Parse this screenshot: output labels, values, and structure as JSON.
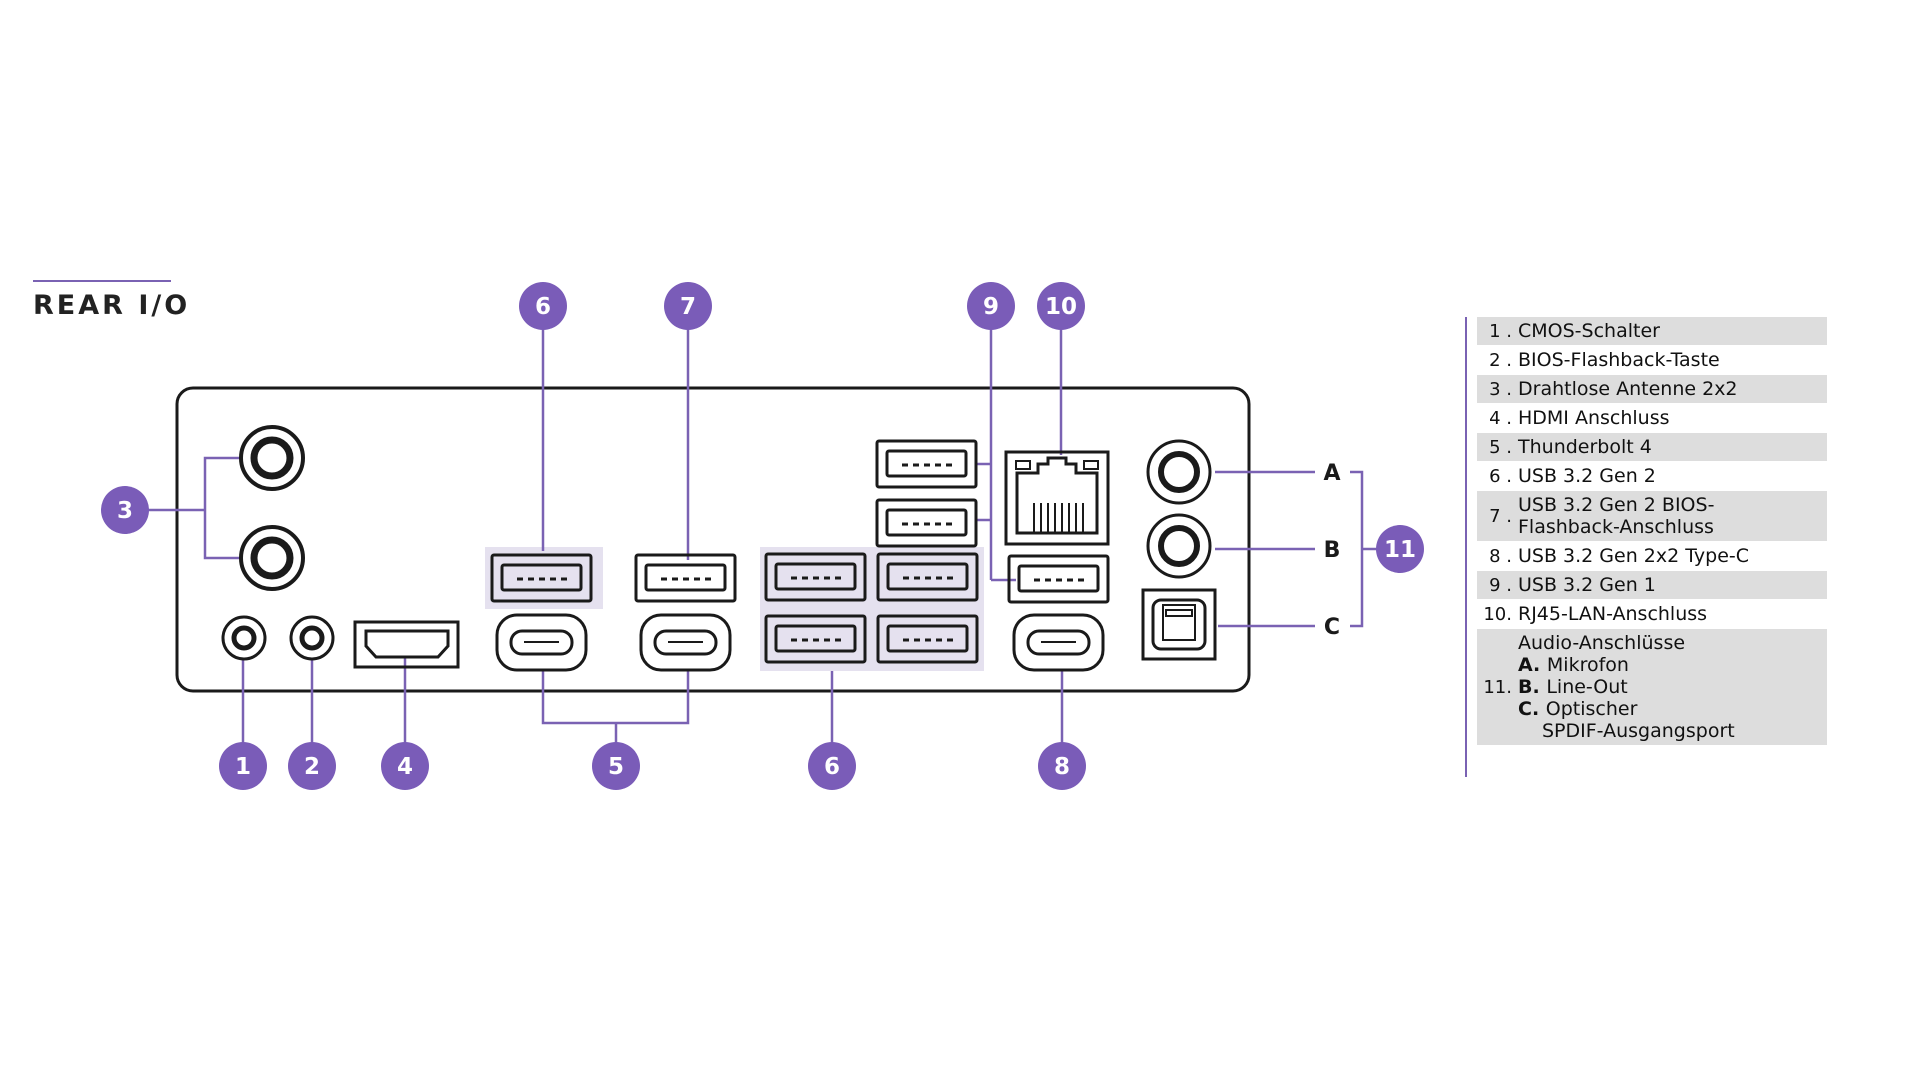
{
  "title": "REAR I/O",
  "colors": {
    "accent": "#7a5cb8",
    "highlight": "#e5e1ef",
    "line": "#7a62b3",
    "panel_stroke": "#1a1a1a"
  },
  "callouts": {
    "top": [
      "6",
      "7",
      "9",
      "10"
    ],
    "bottom": [
      "1",
      "2",
      "4",
      "5",
      "6",
      "8"
    ],
    "left": "3",
    "right": "11",
    "audio_letters": [
      "A",
      "B",
      "C"
    ]
  },
  "legend": [
    {
      "num": "1 .",
      "text": "CMOS-Schalter"
    },
    {
      "num": "2 .",
      "text": "BIOS-Flashback-Taste"
    },
    {
      "num": "3 .",
      "text": "Drahtlose Antenne 2x2"
    },
    {
      "num": "4 .",
      "text": "HDMI Anschluss"
    },
    {
      "num": "5 .",
      "text": "Thunderbolt 4"
    },
    {
      "num": "6 .",
      "text": "USB 3.2 Gen 2"
    },
    {
      "num": "7 .",
      "text": "USB 3.2 Gen 2 BIOS-",
      "text2": "Flashback-Anschluss"
    },
    {
      "num": "8 .",
      "text": "USB 3.2 Gen 2x2 Type-C"
    },
    {
      "num": "9 .",
      "text": "USB 3.2 Gen 1"
    },
    {
      "num": "10.",
      "text": "RJ45-LAN-Anschluss"
    },
    {
      "num": "11.",
      "text": "Audio-Anschlüsse",
      "subs": [
        {
          "letter": "A.",
          "text": "Mikrofon"
        },
        {
          "letter": "B.",
          "text": "Line-Out"
        },
        {
          "letter": "C.",
          "text": "Optischer"
        }
      ],
      "sub_last": "SPDIF-Ausgangsport"
    }
  ]
}
